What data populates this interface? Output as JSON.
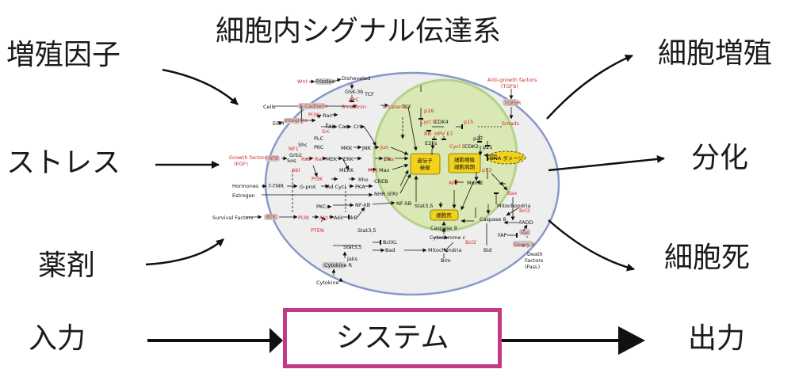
{
  "title": "細胞内シグナル伝達系",
  "inputs": [
    "増殖因子",
    "ストレス",
    "薬剤"
  ],
  "outputs": [
    "細胞増殖",
    "分化",
    "細胞死"
  ],
  "bottom": {
    "input_label": "入力",
    "system_label": "システム",
    "output_label": "出力"
  },
  "colors": {
    "cell_fill": "#eeeeee",
    "cell_border": "#8898c8",
    "nucleus_fill": "#d9e8b4",
    "nucleus_border": "#b6d18a",
    "highlight": "#f2d21c",
    "red_text": "#d22a2a",
    "system_border": "#c23a86"
  },
  "pathway": {
    "black_labels": [
      "Frizzled",
      "Disheveled",
      "GSK-3b",
      "TCF",
      "Cells",
      "ECM",
      "Rac",
      "FAK",
      "Cas",
      "Crk",
      "Shc",
      "Grb2",
      "Sos",
      "PLC",
      "PKC",
      "MEK",
      "ERK",
      "MKK",
      "JNK",
      "Elk",
      "MEKK",
      "Max",
      "Rho",
      "Hormones",
      "7-TMR",
      "G-prot",
      "Ad Cycl",
      "PKA",
      "CREB",
      "Estrogen",
      "NHR (ER)",
      "PKC",
      "NF-kB",
      "NF-kB",
      "Survival Factors",
      "Akk",
      "IkB",
      "Stat3,5",
      "Stat3,5",
      "Stat3,5",
      "BclXL",
      "Bad",
      "Mitochondria",
      "Cytochrome c",
      "Caspase 9",
      "Bim",
      "Bid",
      "Jaks",
      "Cytokine R",
      "Cytokine",
      "CDK4",
      "E2Fs",
      "p27",
      "CDK2",
      "p21",
      "Mdm2",
      "Mitochondria",
      "Caspase 8",
      "FADD",
      "FAP",
      "Death",
      "Factors",
      "(FasL)",
      "TCF"
    ],
    "red_labels": [
      "Wnt",
      "E-Cadherin",
      "APC",
      "B-catenin",
      "B-catenin",
      "Integrins",
      "PI3K",
      "Src",
      "Growth factors",
      "(EGF)",
      "RTK",
      "NF1",
      "Ras",
      "Raf",
      "Abl",
      "PI3K",
      "Jun",
      "Fos",
      "Myc",
      "Cycl D",
      "p16",
      "p15",
      "RB",
      "HPV E7",
      "Cycl E",
      "p53",
      "ARF",
      "Bax",
      "Bcl2",
      "Bcl2",
      "Fas",
      "Decoy R",
      "Anti-growth factors",
      "(TGFb)",
      "TGFbR",
      "Smads",
      "RTK",
      "PI3K",
      "Akt",
      "PTEN"
    ],
    "yellow_boxes": [
      "遺伝子",
      "発現",
      "細胞増殖",
      "細胞周期",
      "細胞死",
      "DNA ダメージ"
    ]
  }
}
